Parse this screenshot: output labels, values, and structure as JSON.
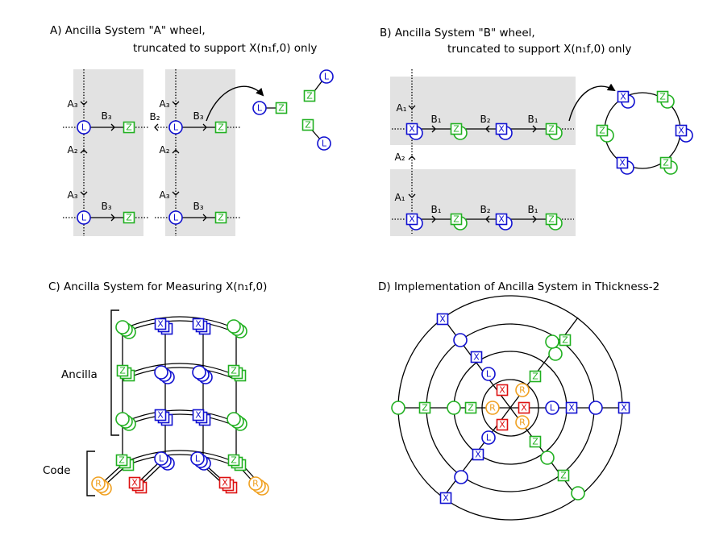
{
  "panels": {
    "a": {
      "title_line1": "A) Ancilla System \"A\" wheel,",
      "title_line2": "truncated to support X(n₁f,0) only"
    },
    "b": {
      "title_line1": "B) Ancilla System \"B\" wheel,",
      "title_line2": "truncated to support X(n₁f,0) only"
    },
    "c": {
      "title": "C) Ancilla System for Measuring X(n₁f,0)",
      "ancilla_label": "Ancilla",
      "code_label": "Code"
    },
    "d": {
      "title": "D) Implementation of Ancilla System in Thickness-2"
    }
  },
  "labels": {
    "A1": "A₁",
    "A2": "A₂",
    "A3": "A₃",
    "B1": "B₁",
    "B2": "B₂",
    "B3": "B₃",
    "L": "L",
    "Z": "Z",
    "X": "X",
    "R": "R"
  },
  "colors": {
    "blue": "#1010d0",
    "green": "#20b020",
    "red": "#dd1010",
    "orange": "#f0a020",
    "gray_box": "#e2e2e2"
  }
}
